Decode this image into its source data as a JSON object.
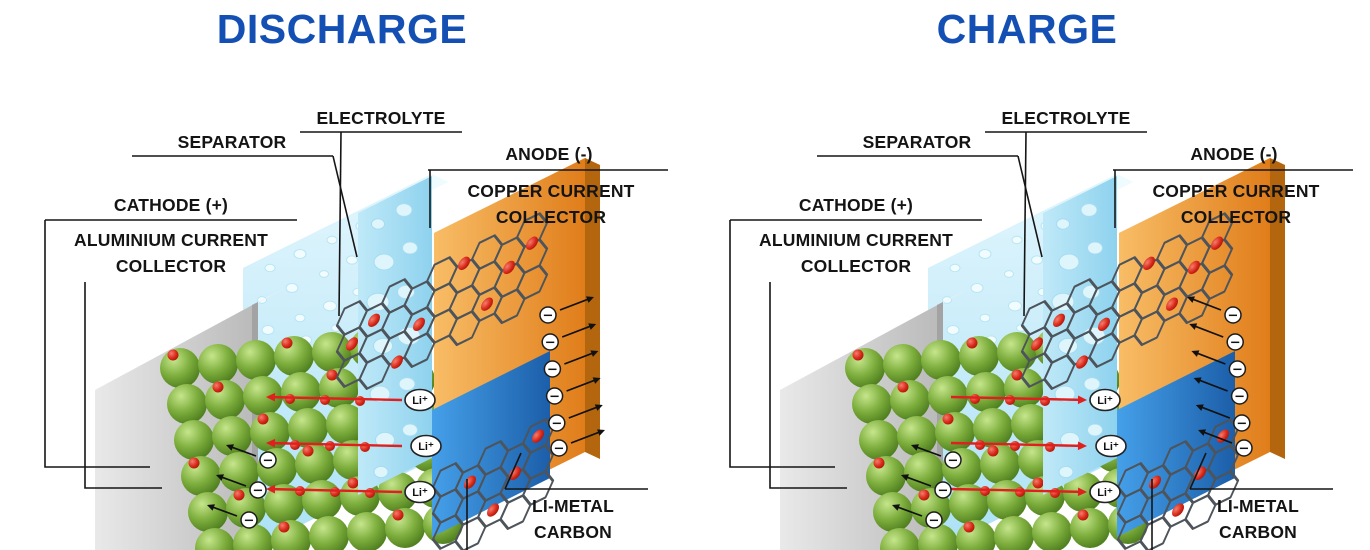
{
  "panels": [
    {
      "id": "discharge",
      "title": "DISCHARGE"
    },
    {
      "id": "charge",
      "title": "CHARGE"
    }
  ],
  "labels": {
    "separator": "SEPARATOR",
    "electrolyte": "ELECTROLYTE",
    "anode": "ANODE (-)",
    "copper_collector": "COPPER CURRENT COLLECTOR",
    "cathode": "CATHODE (+)",
    "aluminium_collector": "ALUMINIUM CURRENT COLLECTOR",
    "li_metal_carbon": "LI-METAL CARBON"
  },
  "symbols": {
    "li_ion": "Li⁺",
    "electron": "−"
  },
  "colors": {
    "title_blue": "#1450b4",
    "label_text": "#141414",
    "copper_collector": "#e8871f",
    "aluminium_collector": "#c9c9c9",
    "electrolyte_blue": "#bfe9fa",
    "separator_blue": "#9fd6ef",
    "li_metal_blue": "#2c7ecb",
    "cathode_green": "#7cad3c",
    "li_ion_red": "#d92a1b",
    "graphite_gray": "#4d545b",
    "flow_arrow_red": "#e01f1f",
    "leader_line": "#151515"
  }
}
